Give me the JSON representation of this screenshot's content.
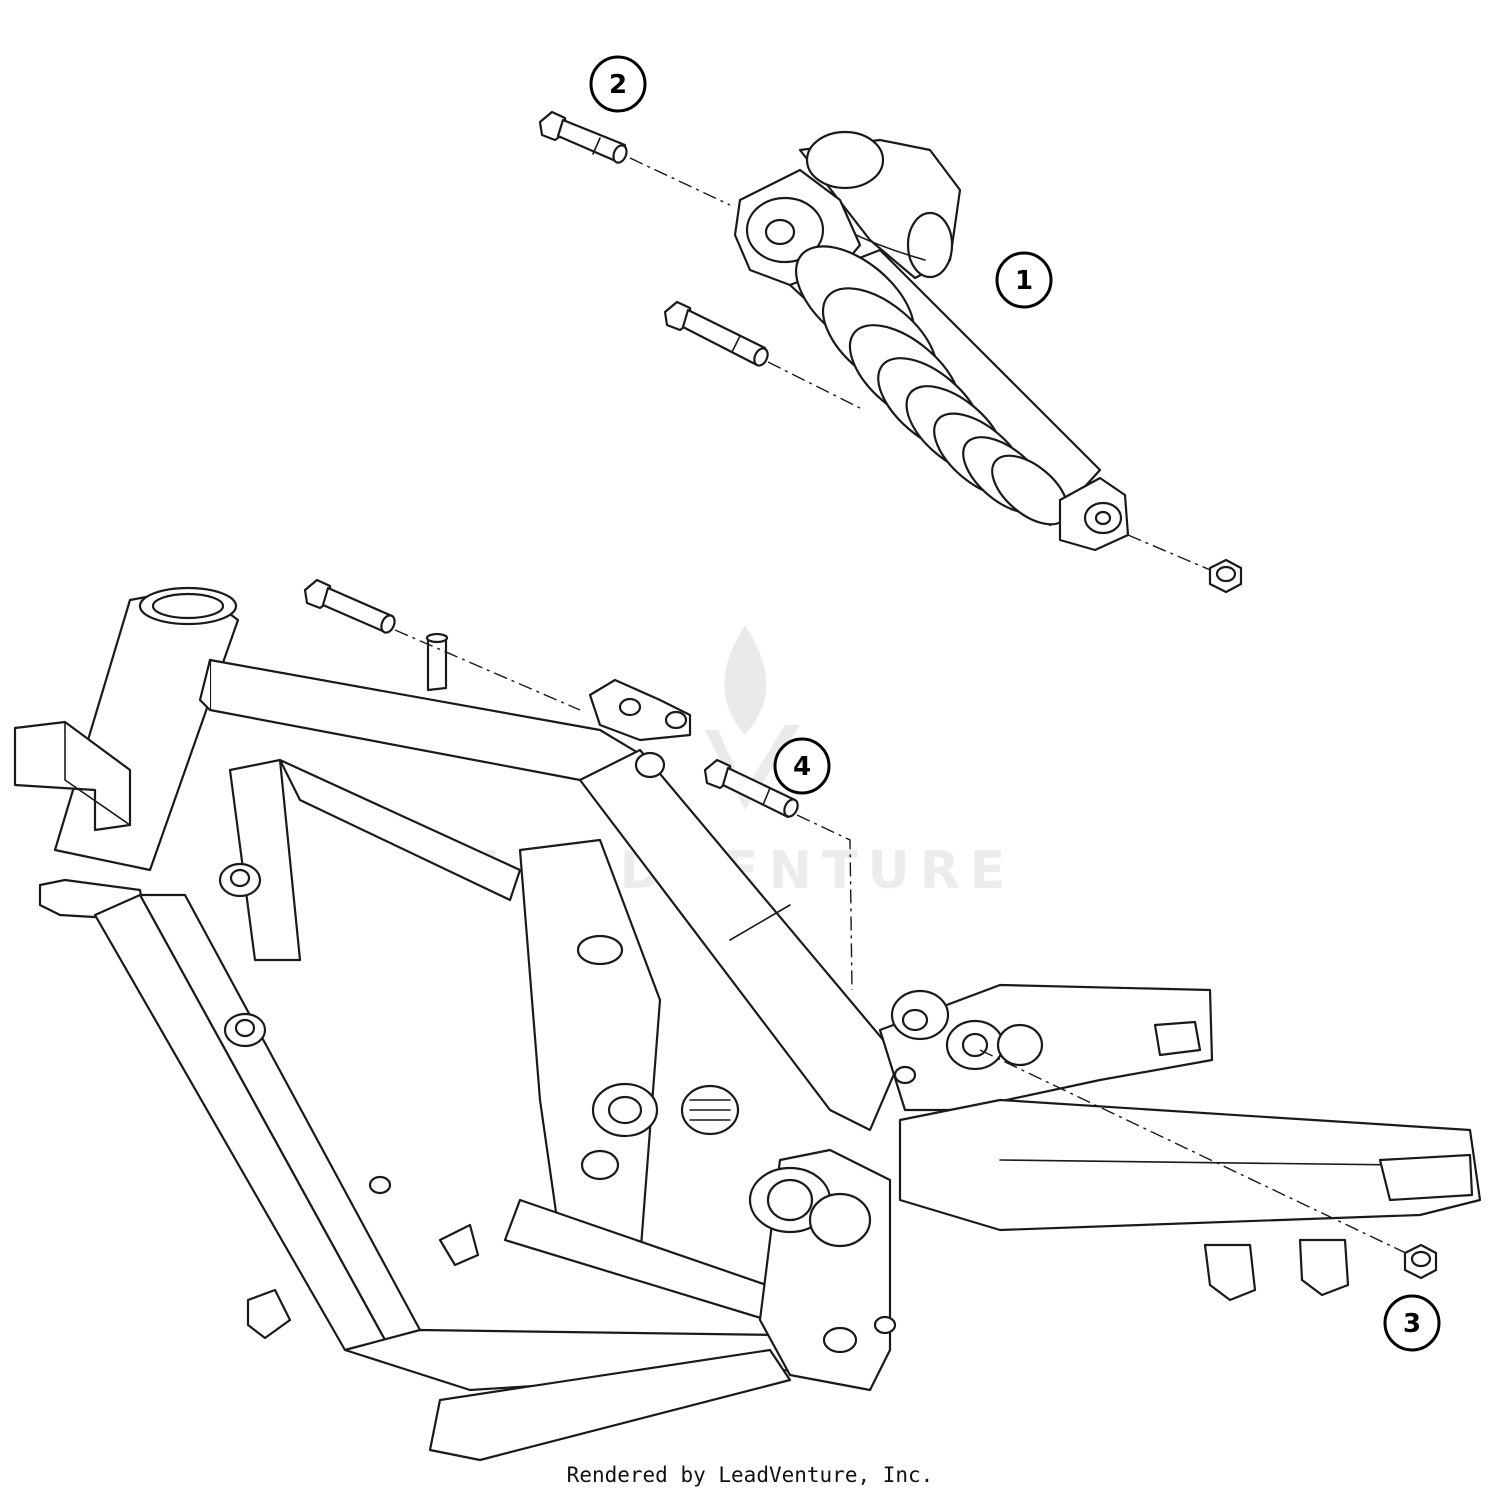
{
  "callouts": {
    "c1": "1",
    "c2": "2",
    "c3": "3",
    "c4": "4"
  },
  "watermark": "LEADVENTURE",
  "footer": "Rendered by LeadVenture, Inc."
}
